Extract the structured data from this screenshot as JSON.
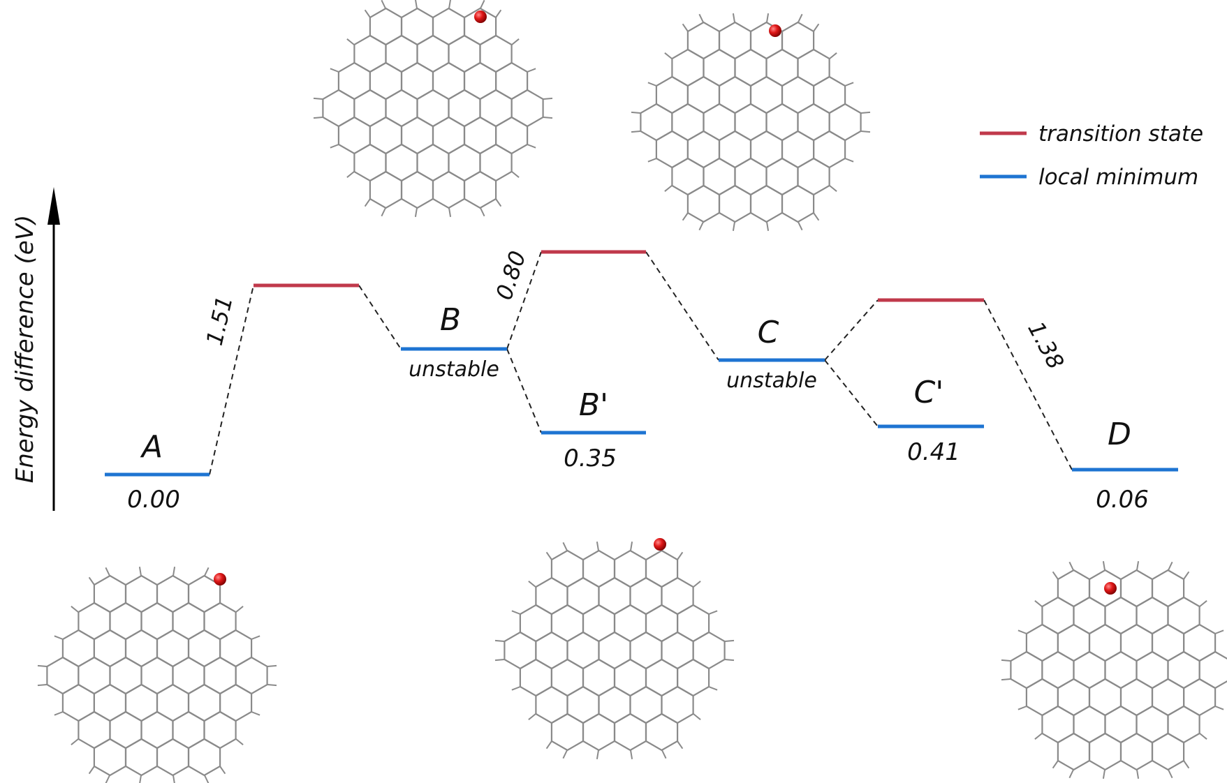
{
  "axis": {
    "label": "Energy difference (eV)"
  },
  "legend": {
    "transition_state": "transition state",
    "local_minimum": "local minimum"
  },
  "colors": {
    "transition_state": "#c0394b",
    "local_minimum": "#1e74d2",
    "connector": "#222222",
    "molecule_bonds": "#8a8a8a",
    "oxygen_atom": "#d81414"
  },
  "states": {
    "A": {
      "letter": "A",
      "energy": "0.00",
      "kind": "local minimum"
    },
    "B": {
      "letter": "B",
      "note": "unstable",
      "kind": "local minimum"
    },
    "Bp": {
      "letter": "B'",
      "energy": "0.35",
      "kind": "local minimum"
    },
    "C": {
      "letter": "C",
      "note": "unstable",
      "kind": "local minimum"
    },
    "Cp": {
      "letter": "C'",
      "energy": "0.41",
      "kind": "local minimum"
    },
    "D": {
      "letter": "D",
      "energy": "0.06",
      "kind": "local minimum"
    }
  },
  "barriers": {
    "AB": "1.51",
    "BC": "0.80",
    "CD": "1.38"
  },
  "structures": [
    {
      "id": "structure-ts1",
      "type": "graphene-flake-with-oxygen"
    },
    {
      "id": "structure-ts2",
      "type": "graphene-flake-with-oxygen"
    },
    {
      "id": "structure-A",
      "type": "graphene-flake-with-oxygen"
    },
    {
      "id": "structure-B-prime",
      "type": "graphene-flake-with-oxygen"
    },
    {
      "id": "structure-D",
      "type": "graphene-flake-with-oxygen"
    }
  ]
}
